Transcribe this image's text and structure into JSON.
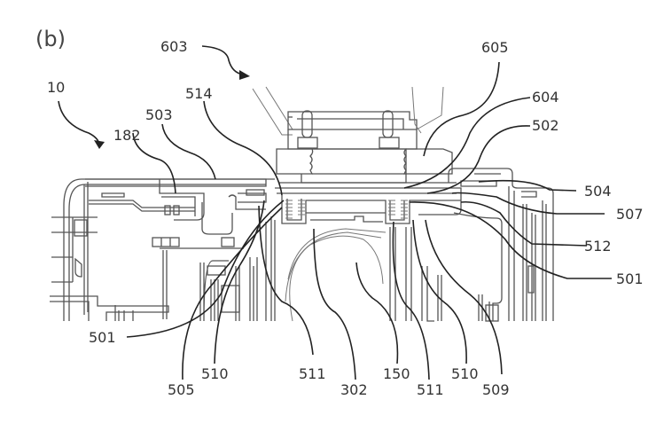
{
  "figure": {
    "label": "(b)",
    "subject": "Cross-sectional patent drawing of a mechanical assembly",
    "reference_numerals": [
      {
        "id": "10",
        "text": "10",
        "leader": "arrow"
      },
      {
        "id": "182",
        "text": "182",
        "leader": "line"
      },
      {
        "id": "503",
        "text": "503",
        "leader": "line"
      },
      {
        "id": "514",
        "text": "514",
        "leader": "line"
      },
      {
        "id": "603",
        "text": "603",
        "leader": "arrow"
      },
      {
        "id": "605",
        "text": "605",
        "leader": "line"
      },
      {
        "id": "604",
        "text": "604",
        "leader": "line"
      },
      {
        "id": "502",
        "text": "502",
        "leader": "line"
      },
      {
        "id": "504",
        "text": "504",
        "leader": "line"
      },
      {
        "id": "507",
        "text": "507",
        "leader": "line"
      },
      {
        "id": "512",
        "text": "512",
        "leader": "line"
      },
      {
        "id": "501-right",
        "text": "501",
        "leader": "line"
      },
      {
        "id": "501-left",
        "text": "501",
        "leader": "line"
      },
      {
        "id": "505",
        "text": "505",
        "leader": "line"
      },
      {
        "id": "510-left",
        "text": "510",
        "leader": "line"
      },
      {
        "id": "511-left",
        "text": "511",
        "leader": "line"
      },
      {
        "id": "302",
        "text": "302",
        "leader": "line"
      },
      {
        "id": "150",
        "text": "150",
        "leader": "line"
      },
      {
        "id": "511-right",
        "text": "511",
        "leader": "line"
      },
      {
        "id": "510-right",
        "text": "510",
        "leader": "line"
      },
      {
        "id": "509",
        "text": "509",
        "leader": "line"
      }
    ]
  },
  "colors": {
    "background": "#ffffff",
    "ink": "#333333",
    "leader": "#222222"
  }
}
